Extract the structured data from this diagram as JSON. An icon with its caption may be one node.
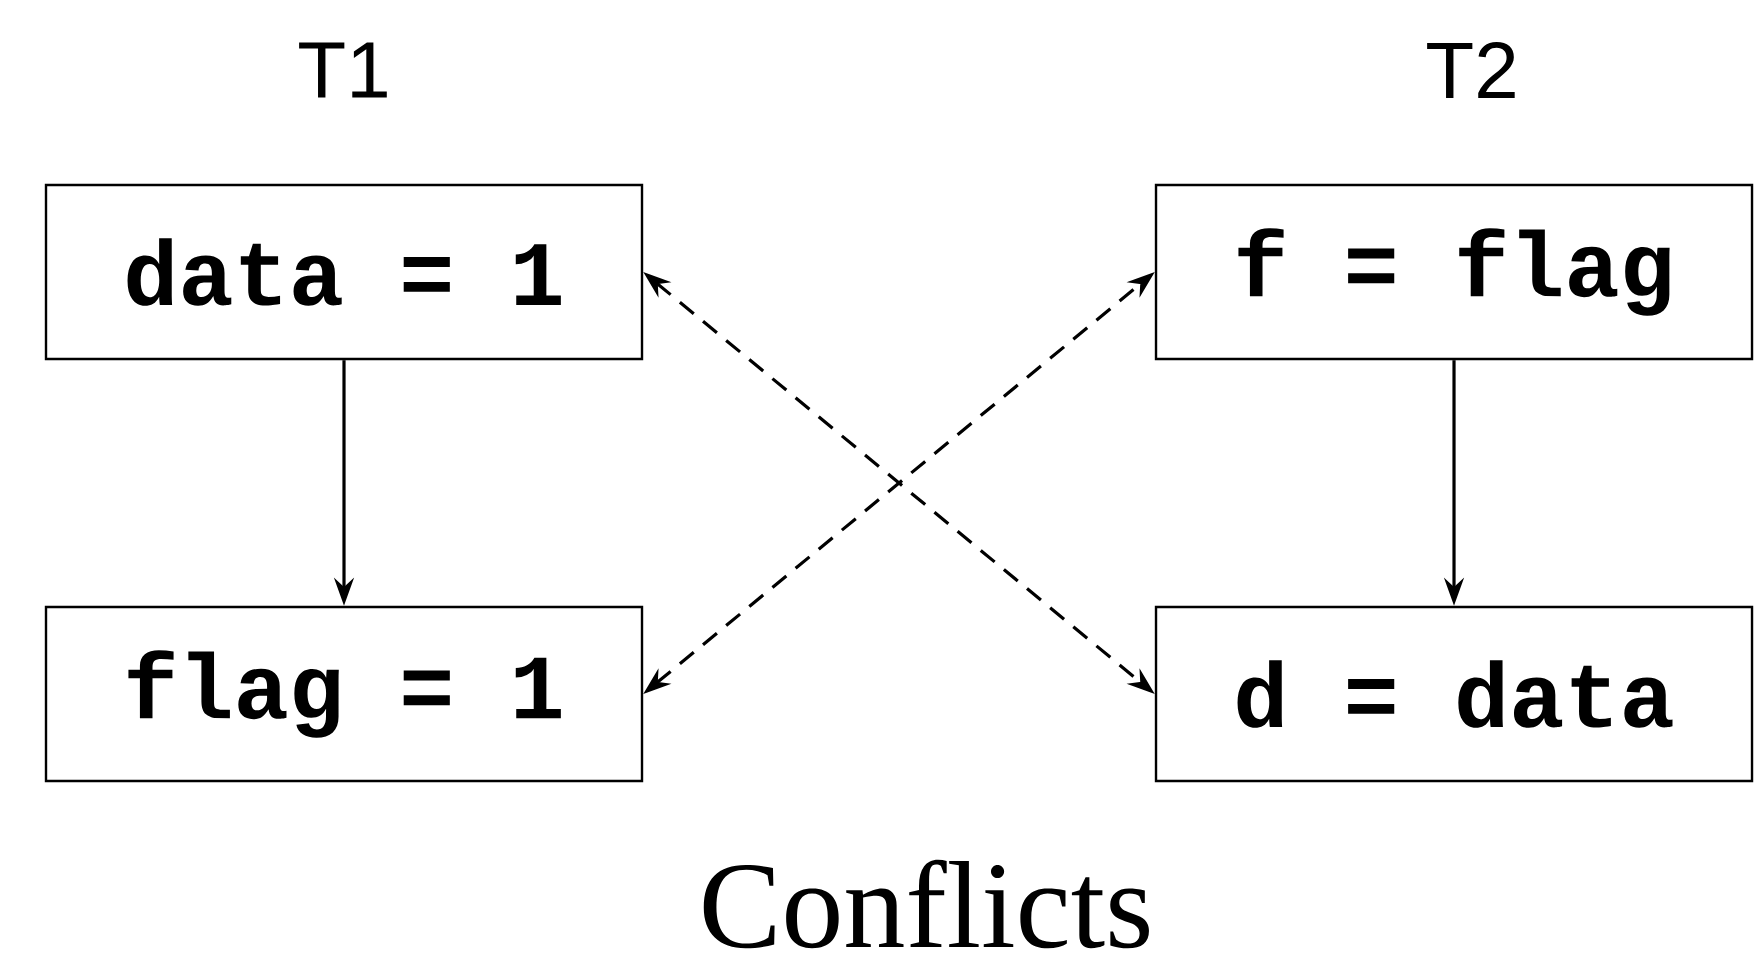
{
  "diagram": {
    "caption": "Conflicts",
    "nodes": [
      {
        "text": [
          "data = 1"
        ]
      },
      {
        "text": [
          "flag = 1"
        ]
      },
      {
        "text": [
          "f = flag"
        ]
      },
      {
        "text": [
          "d = data"
        ]
      }
    ],
    "edges": [
      {
        "from": 0,
        "to": 1,
        "arrow": "to"
      },
      {
        "from": 2,
        "to": 3,
        "arrow": "to"
      },
      {
        "from": 0,
        "to": 3,
        "arrow": "both",
        "style": "dashed"
      },
      {
        "from": 1,
        "to": 2,
        "arrow": "both",
        "style": "dashed"
      }
    ],
    "labels": [
      "T1",
      "T2"
    ]
  }
}
